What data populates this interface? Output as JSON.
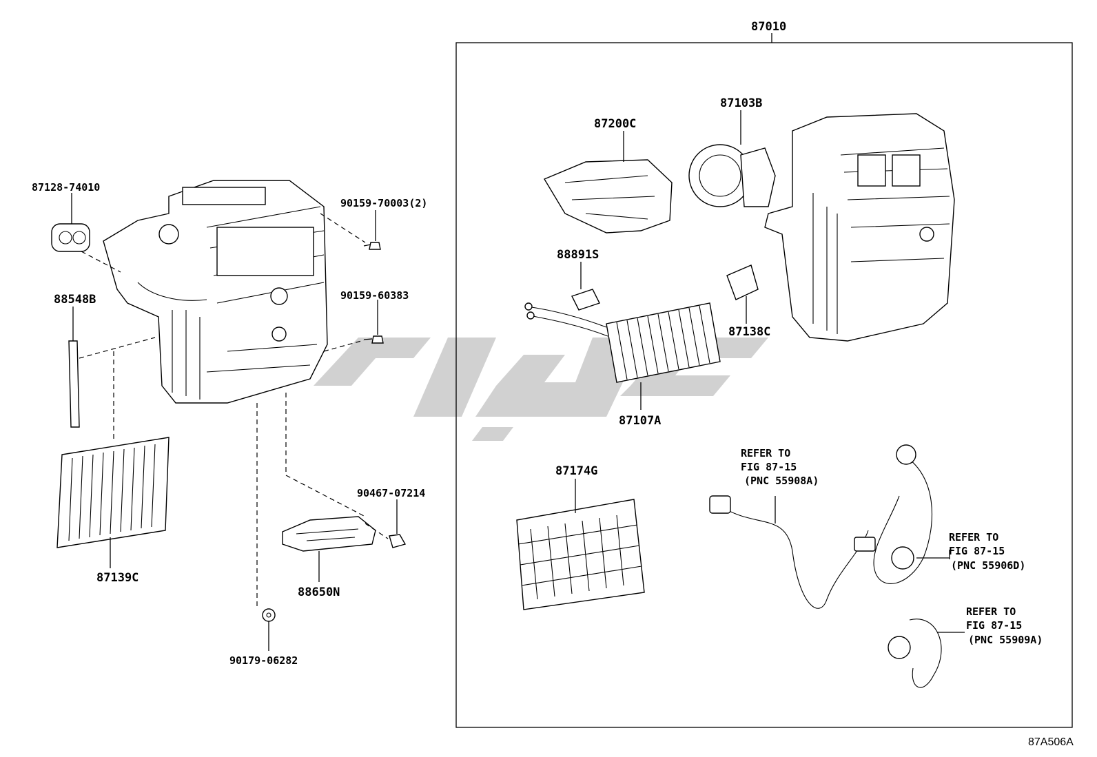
{
  "diagram": {
    "group_label": "87010",
    "drawing_code": "87A506A",
    "parts": {
      "p87128": "87128-74010",
      "p90159a": "90159-70003(2)",
      "p88548": "88548B",
      "p90159b": "90159-60383",
      "p87139": "87139C",
      "p90467": "90467-07214",
      "p88650": "88650N",
      "p90179": "90179-06282",
      "p87200": "87200C",
      "p87103": "87103B",
      "p88891": "88891S",
      "p87138": "87138C",
      "p87107": "87107A",
      "p87174": "87174G"
    },
    "refs": {
      "r1": [
        "REFER TO",
        "FIG 87-15",
        "(PNC 55908A)"
      ],
      "r2": [
        "REFER TO",
        "FIG 87-15",
        "(PNC 55906D)"
      ],
      "r3": [
        "REFER TO",
        "FIG 87-15",
        "(PNC 55909A)"
      ]
    }
  }
}
